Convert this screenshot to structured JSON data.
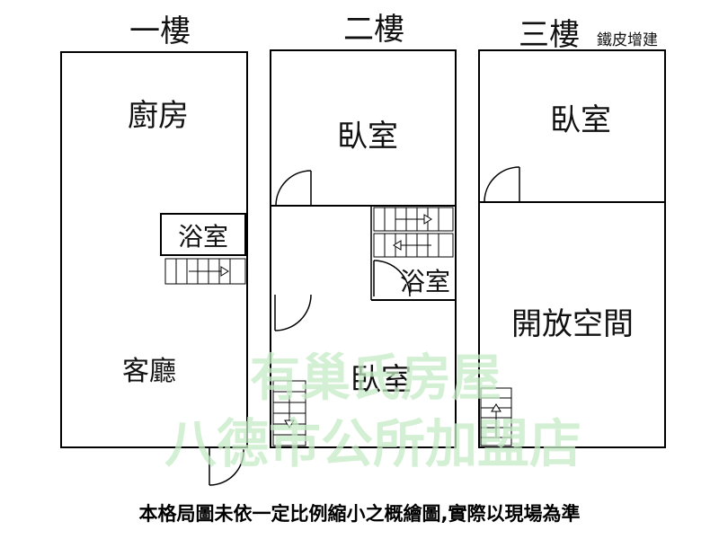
{
  "floors": {
    "first": {
      "title": "一樓",
      "rooms": {
        "kitchen": "廚房",
        "bathroom": "浴室",
        "living_room": "客廳"
      }
    },
    "second": {
      "title": "二樓",
      "rooms": {
        "bedroom_front": "臥室",
        "bathroom": "浴室",
        "bedroom_rear": "臥室"
      }
    },
    "third": {
      "title": "三樓",
      "subtitle": "鐵皮增建",
      "rooms": {
        "bedroom": "臥室",
        "open_space": "開放空間"
      }
    }
  },
  "watermark": {
    "line1": "有巢氏房屋",
    "line2": "八德市公所加盟店"
  },
  "disclaimer": "本格局圖未依一定比例縮小之概繪圖,實際以現場為準"
}
